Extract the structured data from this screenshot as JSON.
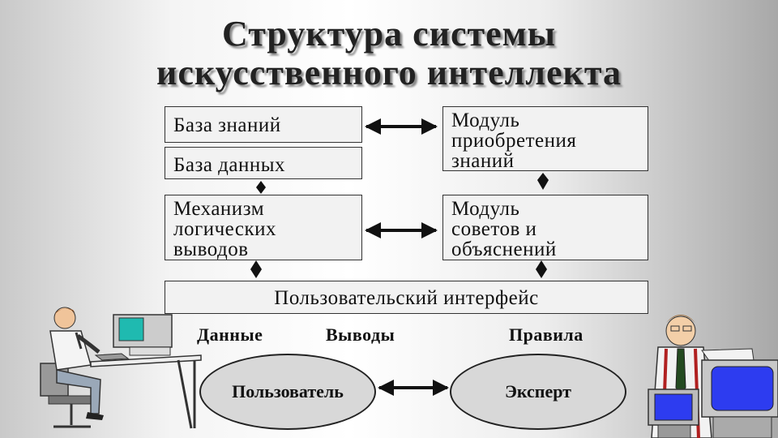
{
  "title": {
    "line1": "Структура системы",
    "line2": "искусственного интеллекта"
  },
  "boxes": {
    "knowledge_base": "База знаний",
    "database": "База данных",
    "inference": [
      "Механизм",
      "логических",
      "выводов"
    ],
    "acquisition": [
      "Модуль",
      "приобретения",
      "знаний"
    ],
    "advice": [
      "Модуль",
      "советов и",
      "объяснений"
    ],
    "ui": "Пользовательский интерфейс"
  },
  "labels": {
    "data": "Данные",
    "conclusions": "Выводы",
    "rules": "Правила"
  },
  "ellipses": {
    "user": "Пользователь",
    "expert": "Эксперт"
  },
  "colors": {
    "box_fill": "#f2f2f2",
    "ellipse_fill": "#d8d8d8",
    "monitor_blue": "#2d3cf0"
  }
}
